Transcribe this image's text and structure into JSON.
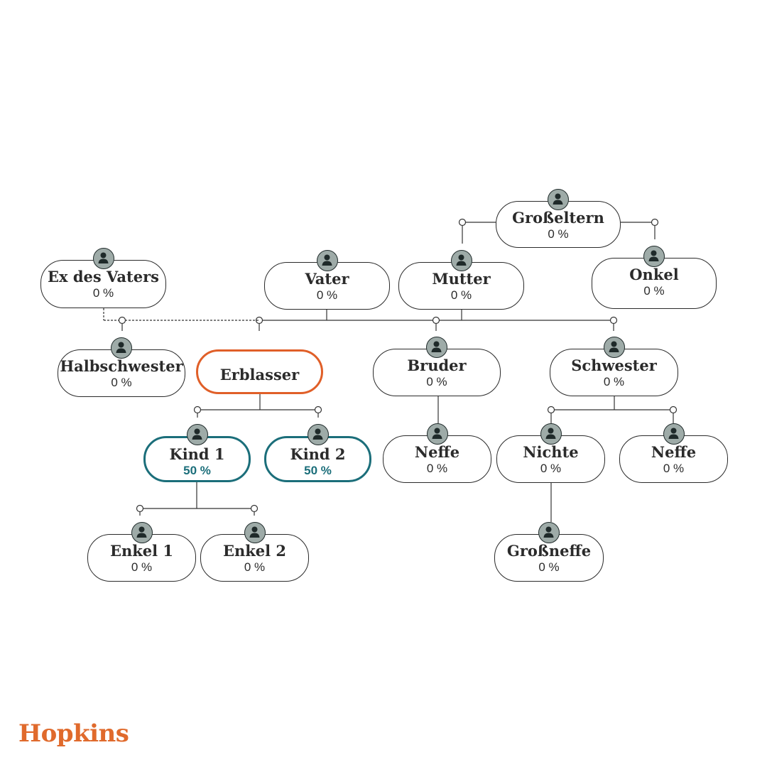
{
  "brand": {
    "logo_text": "Hopkins",
    "accent": "#e05f28",
    "heir_color": "#1b6e7a"
  },
  "nodes": [
    {
      "id": "grosseltern",
      "name": "Großeltern",
      "share": "0 %",
      "role": "relative"
    },
    {
      "id": "ex-vaters",
      "name": "Ex des Vaters",
      "share": "0 %",
      "role": "relative"
    },
    {
      "id": "vater",
      "name": "Vater",
      "share": "0 %",
      "role": "relative"
    },
    {
      "id": "mutter",
      "name": "Mutter",
      "share": "0 %",
      "role": "relative"
    },
    {
      "id": "onkel",
      "name": "Onkel",
      "share": "0 %",
      "role": "relative"
    },
    {
      "id": "halbschwester",
      "name": "Halbschwester",
      "share": "0 %",
      "role": "relative"
    },
    {
      "id": "erblasser",
      "name": "Erblasser",
      "share": "",
      "role": "deceased"
    },
    {
      "id": "bruder",
      "name": "Bruder",
      "share": "0 %",
      "role": "relative"
    },
    {
      "id": "schwester",
      "name": "Schwester",
      "share": "0 %",
      "role": "relative"
    },
    {
      "id": "kind1",
      "name": "Kind 1",
      "share": "50 %",
      "role": "heir"
    },
    {
      "id": "kind2",
      "name": "Kind 2",
      "share": "50 %",
      "role": "heir"
    },
    {
      "id": "neffe-bruder",
      "name": "Neffe",
      "share": "0 %",
      "role": "relative"
    },
    {
      "id": "nichte",
      "name": "Nichte",
      "share": "0 %",
      "role": "relative"
    },
    {
      "id": "neffe-schwester",
      "name": "Neffe",
      "share": "0 %",
      "role": "relative"
    },
    {
      "id": "enkel1",
      "name": "Enkel 1",
      "share": "0 %",
      "role": "relative"
    },
    {
      "id": "enkel2",
      "name": "Enkel 2",
      "share": "0 %",
      "role": "relative"
    },
    {
      "id": "grossneffe",
      "name": "Großneffe",
      "share": "0 %",
      "role": "relative"
    }
  ],
  "links": [
    {
      "from": "grosseltern",
      "to": "mutter",
      "style": "solid"
    },
    {
      "from": "grosseltern",
      "to": "onkel",
      "style": "solid"
    },
    {
      "from": "vater",
      "to": "bruder",
      "style": "solid"
    },
    {
      "from": "mutter",
      "to": "bruder",
      "style": "solid"
    },
    {
      "from": "vater",
      "to": "schwester",
      "style": "solid"
    },
    {
      "from": "vater",
      "to": "erblasser",
      "style": "solid"
    },
    {
      "from": "ex-vaters",
      "to": "halbschwester",
      "style": "dashed"
    },
    {
      "from": "vater",
      "to": "halbschwester",
      "style": "dashed"
    },
    {
      "from": "erblasser",
      "to": "kind1",
      "style": "solid"
    },
    {
      "from": "erblasser",
      "to": "kind2",
      "style": "solid"
    },
    {
      "from": "kind1",
      "to": "enkel1",
      "style": "solid"
    },
    {
      "from": "kind1",
      "to": "enkel2",
      "style": "solid"
    },
    {
      "from": "bruder",
      "to": "neffe-bruder",
      "style": "solid"
    },
    {
      "from": "schwester",
      "to": "nichte",
      "style": "solid"
    },
    {
      "from": "schwester",
      "to": "neffe-schwester",
      "style": "solid"
    },
    {
      "from": "nichte",
      "to": "grossneffe",
      "style": "solid"
    }
  ]
}
